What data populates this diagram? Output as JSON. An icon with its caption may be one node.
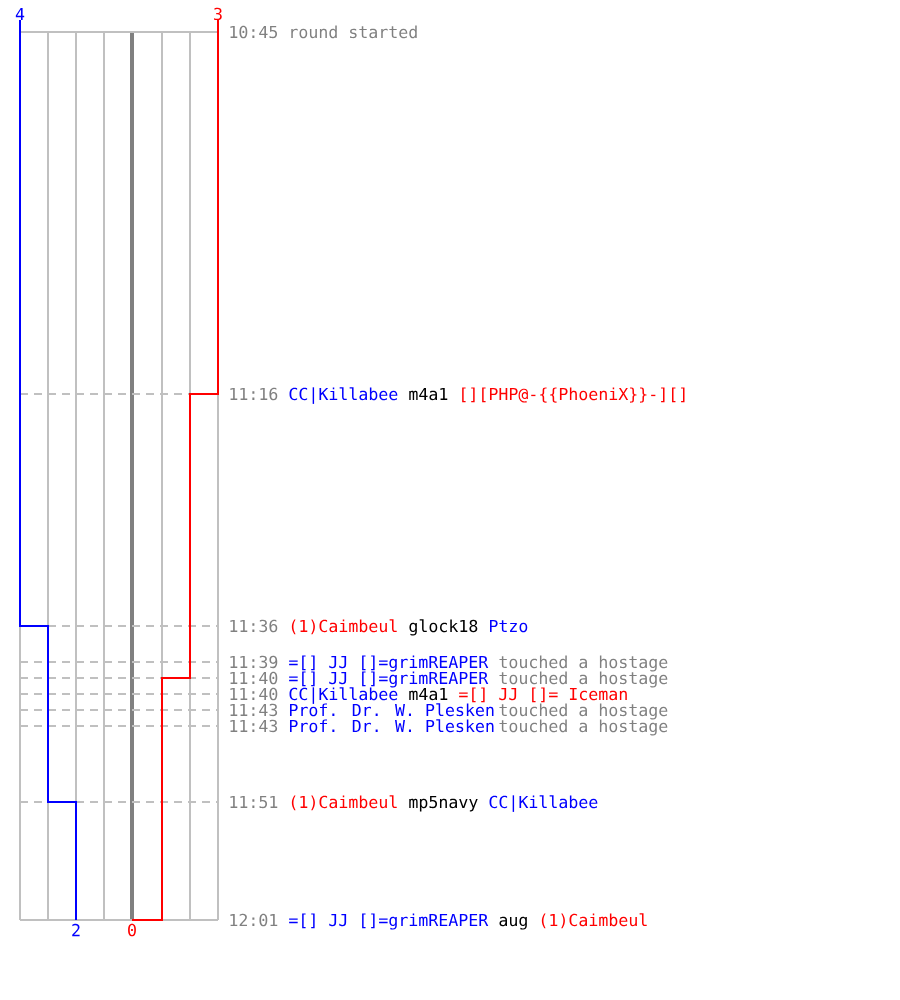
{
  "diagram": {
    "labels": [
      "4",
      "3",
      "10:45 round started",
      "11:16",
      "CC|Killabee",
      "m4a1",
      "[][PHP@-{{PhoeniX}}-][]",
      "11:36",
      "(1)Caimbeul",
      "glock18",
      "Ptzo",
      "11:39",
      "=[] JJ []=grimREAPER",
      "touched a hostage",
      "11:40",
      "=[] JJ []=grimREAPER",
      "touched a hostage",
      "11:40",
      "CC|Killabee",
      "m4a1",
      "=[] JJ []= Iceman",
      "11:43",
      "Prof. Dr. W. Plesken",
      "touched a hostage",
      "11:43",
      "Prof. Dr. W. Plesken",
      "touched a hostage",
      "11:51",
      "(1)Caimbeul",
      "mp5navy",
      "CC|Killabee",
      "12:01",
      "=[] JJ []=grimREAPER",
      "aug",
      "(1)Caimbeul",
      "2",
      "0"
    ]
  }
}
